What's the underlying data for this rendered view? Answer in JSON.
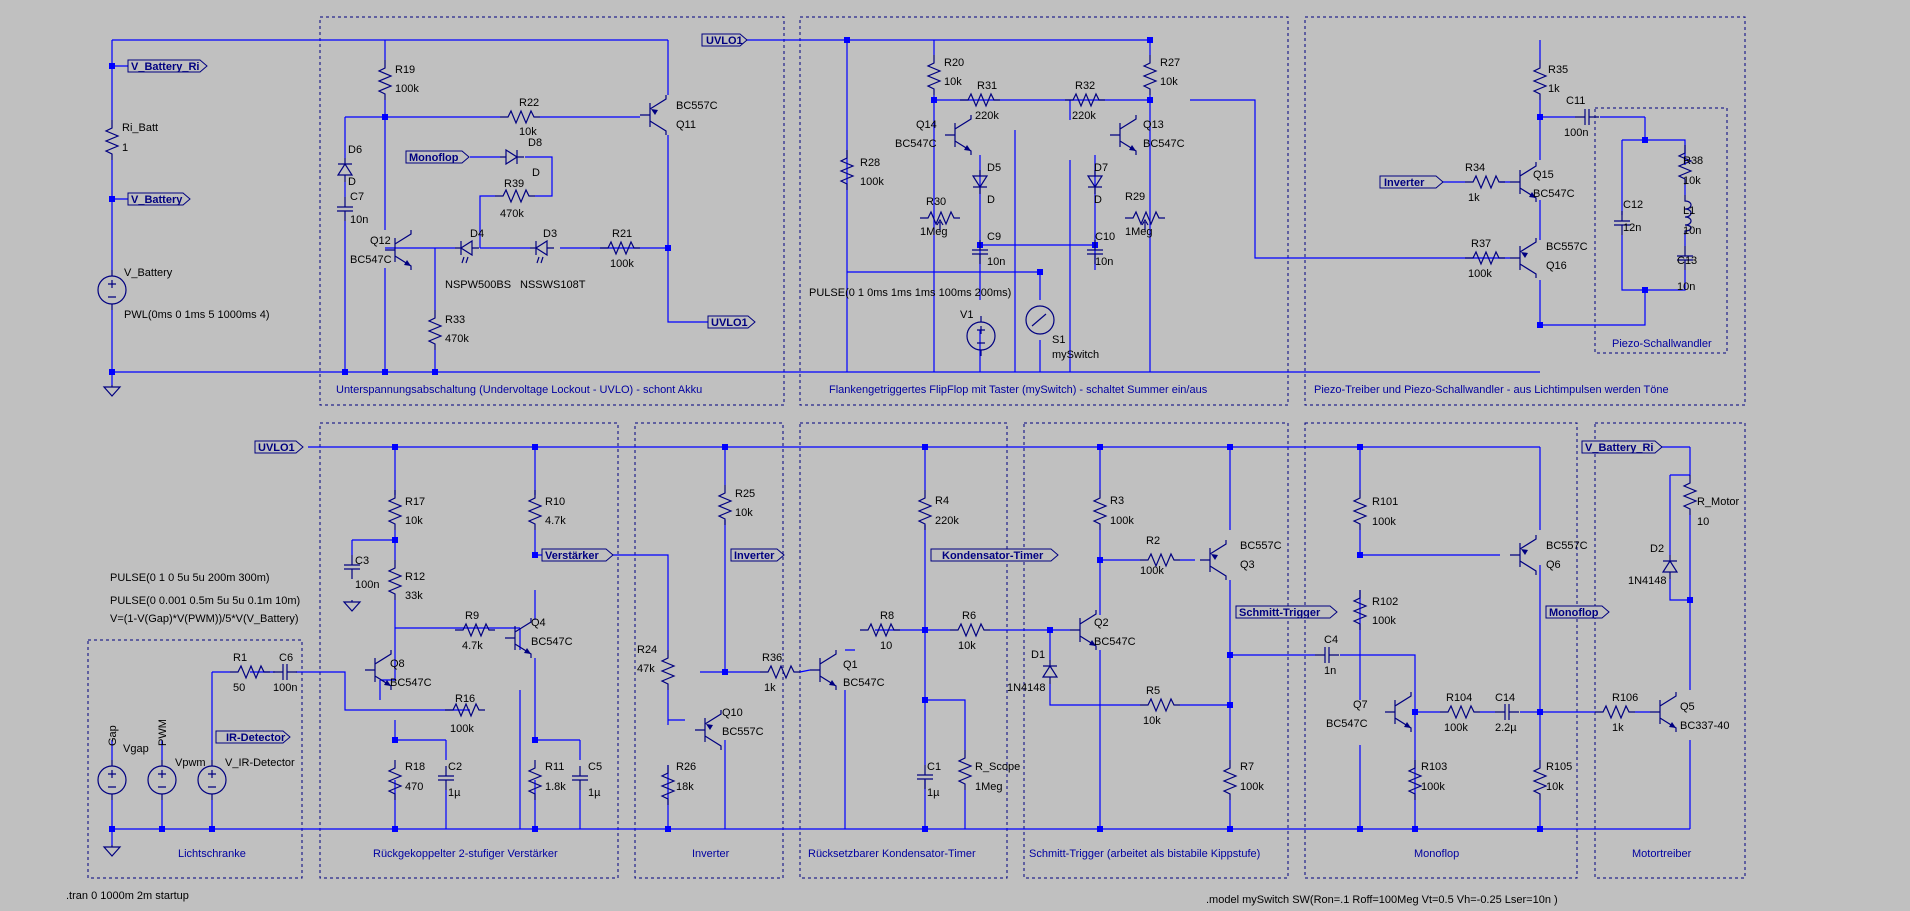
{
  "blocks": {
    "uvlo": "Unterspannungsabschaltung (Undervoltage Lockout - UVLO) - schont Akku",
    "flipflop": "Flankengetriggertes FlipFlop mit Taster (mySwitch) - schaltet Summer ein/aus",
    "piezo_drv": "Piezo-Treiber und Piezo-Schallwandler - aus  Lichtimpulsen werden Töne",
    "piezo": "Piezo-Schallwandler",
    "lichtschranke": "Lichtschranke",
    "amp": "Rückgekoppelter 2-stufiger Verstärker",
    "inverter": "Inverter",
    "timer": "Rücksetzbarer Kondensator-Timer",
    "schmitt": "Schmitt-Trigger (arbeitet als bistabile Kippstufe)",
    "monoflop": "Monoflop",
    "motor": "Motortreiber"
  },
  "labels": {
    "v_battery_ri": "V_Battery_Ri",
    "v_battery": "V_Battery",
    "uvlo1": "UVLO1",
    "monoflop": "Monoflop",
    "inverter": "Inverter",
    "verstaerker": "Verstärker",
    "kondensator_timer": "Kondensator-Timer",
    "schmitt_trigger": "Schmitt-Trigger",
    "ir_detector": "IR-Detector"
  },
  "directives": {
    "tran": ".tran 0 1000m 2m startup",
    "model": ".model mySwitch SW(Ron=.1 Roff=100Meg Vt=0.5 Vh=-0.25 Lser=10n )",
    "pulse1": "PULSE(0 1 0 5u 5u 200m 300m)",
    "pulse2": "PULSE(0 0.001 0.5m 5u 5u 0.1m 10m)",
    "vexpr": "V=(1-V(Gap)*V(PWM))/5*V(V_Battery)",
    "pwl": "PWL(0ms 0 1ms 5 1000ms 4)",
    "pulse_v1": "PULSE(0 1 0ms 1ms 1ms 100ms 200ms)"
  },
  "parts": {
    "ri_batt": "Ri_Batt",
    "ri_batt_v": "1",
    "v_battery": "V_Battery",
    "r19": "R19",
    "r19_v": "100k",
    "r22": "R22",
    "r22_v": "10k",
    "q11": "Q11",
    "q11_t": "BC557C",
    "d6": "D6",
    "d6_t": "D",
    "c7": "C7",
    "c7_v": "10n",
    "d8": "D8",
    "d8_t": "D",
    "r39": "R39",
    "r39_v": "470k",
    "q12": "Q12",
    "q12_t": "BC547C",
    "d4": "D4",
    "d4_t": "NSPW500BS",
    "d3": "D3",
    "d3_t": "NSSWS108T",
    "r21": "R21",
    "r21_v": "100k",
    "r33": "R33",
    "r33_v": "470k",
    "r20": "R20",
    "r20_v": "10k",
    "r31": "R31",
    "r31_v": "220k",
    "r32": "R32",
    "r32_v": "220k",
    "r27": "R27",
    "r27_v": "10k",
    "q14": "Q14",
    "q14_t": "BC547C",
    "q13": "Q13",
    "q13_t": "BC547C",
    "r28": "R28",
    "r28_v": "100k",
    "d5": "D5",
    "d5_t": "D",
    "d7": "D7",
    "d7_t": "D",
    "r30": "R30",
    "r30_v": "1Meg",
    "r29": "R29",
    "r29_v": "1Meg",
    "c9": "C9",
    "c9_v": "10n",
    "c10": "C10",
    "c10_v": "10n",
    "v1": "V1",
    "s1": "S1",
    "s1_t": "mySwitch",
    "r35": "R35",
    "r35_v": "1k",
    "c11": "C11",
    "c11_v": "100n",
    "r34": "R34",
    "r34_v": "1k",
    "q15": "Q15",
    "q15_t": "BC547C",
    "r37": "R37",
    "r37_v": "100k",
    "q16": "Q16",
    "q16_t": "BC557C",
    "r38": "R38",
    "r38_v": "10k",
    "c12": "C12",
    "c12_v": "12n",
    "l1": "L1",
    "l1_v": "10n",
    "c13": "C13",
    "c13_v": "10n",
    "r1": "R1",
    "r1_v": "50",
    "c6": "C6",
    "c6_v": "100n",
    "gap": "Gap",
    "vgap": "Vgap",
    "pwm": "PWM",
    "vpwm": "Vpwm",
    "v_ir": "V_IR-Detector",
    "r17": "R17",
    "r17_v": "10k",
    "c3": "C3",
    "c3_v": "100n",
    "r12": "R12",
    "r12_v": "33k",
    "r10": "R10",
    "r10_v": "4.7k",
    "r9": "R9",
    "r9_v": "4.7k",
    "q4": "Q4",
    "q4_t": "BC547C",
    "q8": "Q8",
    "q8_t": "BC547C",
    "r16": "R16",
    "r16_v": "100k",
    "r18": "R18",
    "r18_v": "470",
    "c2": "C2",
    "c2_v": "1µ",
    "r11": "R11",
    "r11_v": "1.8k",
    "c5": "C5",
    "c5_v": "1µ",
    "r25": "R25",
    "r25_v": "10k",
    "r24": "R24",
    "r24_v": "47k",
    "r36": "R36",
    "r36_v": "1k",
    "q10": "Q10",
    "q10_t": "BC557C",
    "r26": "R26",
    "r26_v": "18k",
    "r4": "R4",
    "r4_v": "220k",
    "r8": "R8",
    "r8_v": "10",
    "r6": "R6",
    "r6_v": "10k",
    "q1": "Q1",
    "q1_t": "BC547C",
    "c1": "C1",
    "c1_v": "1µ",
    "r_scope": "R_Scope",
    "r_scope_v": "1Meg",
    "r3": "R3",
    "r3_v": "100k",
    "r2": "R2",
    "r2_v": "100k",
    "q3": "Q3",
    "q3_t": "BC557C",
    "q2": "Q2",
    "q2_t": "BC547C",
    "d1": "D1",
    "d1_t": "1N4148",
    "r5": "R5",
    "r5_v": "10k",
    "r7": "R7",
    "r7_v": "100k",
    "r101": "R101",
    "r101_v": "100k",
    "q6": "Q6",
    "q6_t": "BC557C",
    "r102": "R102",
    "r102_v": "100k",
    "c4": "C4",
    "c4_v": "1n",
    "q7": "Q7",
    "q7_t": "BC547C",
    "r104": "R104",
    "r104_v": "100k",
    "c14": "C14",
    "c14_v": "2.2µ",
    "r103": "R103",
    "r103_v": "100k",
    "r105": "R105",
    "r105_v": "10k",
    "r_motor": "R_Motor",
    "r_motor_v": "10",
    "d2": "D2",
    "d2_t": "1N4148",
    "r106": "R106",
    "r106_v": "1k",
    "q5": "Q5",
    "q5_t": "BC337-40"
  }
}
